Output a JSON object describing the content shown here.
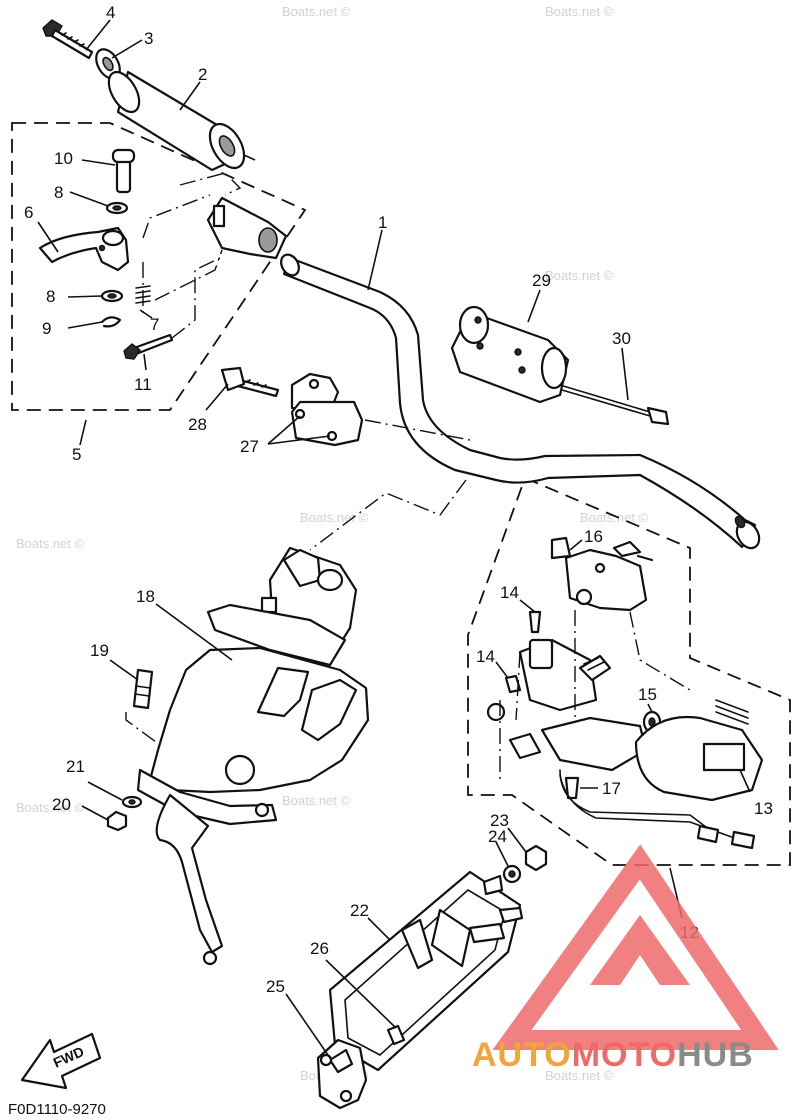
{
  "watermark": "Boats.net ©",
  "diagram_code": "F0D1110-9270",
  "fwd_label": "FWD",
  "brand": {
    "part1": "AUTO",
    "part2": "MOTO",
    "part3": "HUB",
    "colors": {
      "red": "#ee6a6a",
      "orange": "#f2a33c",
      "grey": "#8a8a8a"
    }
  },
  "callouts": {
    "c1": "1",
    "c2": "2",
    "c3": "3",
    "c4": "4",
    "c5": "5",
    "c6": "6",
    "c7": "7",
    "c8a": "8",
    "c8b": "8",
    "c9": "9",
    "c10": "10",
    "c11": "11",
    "c12": "12",
    "c13": "13",
    "c14a": "14",
    "c14b": "14",
    "c15": "15",
    "c16": "16",
    "c17": "17",
    "c18": "18",
    "c19": "19",
    "c20": "20",
    "c21": "21",
    "c22": "22",
    "c23": "23",
    "c24": "24",
    "c25": "25",
    "c26": "26",
    "c27": "27",
    "c28": "28",
    "c29": "29",
    "c30": "30"
  }
}
